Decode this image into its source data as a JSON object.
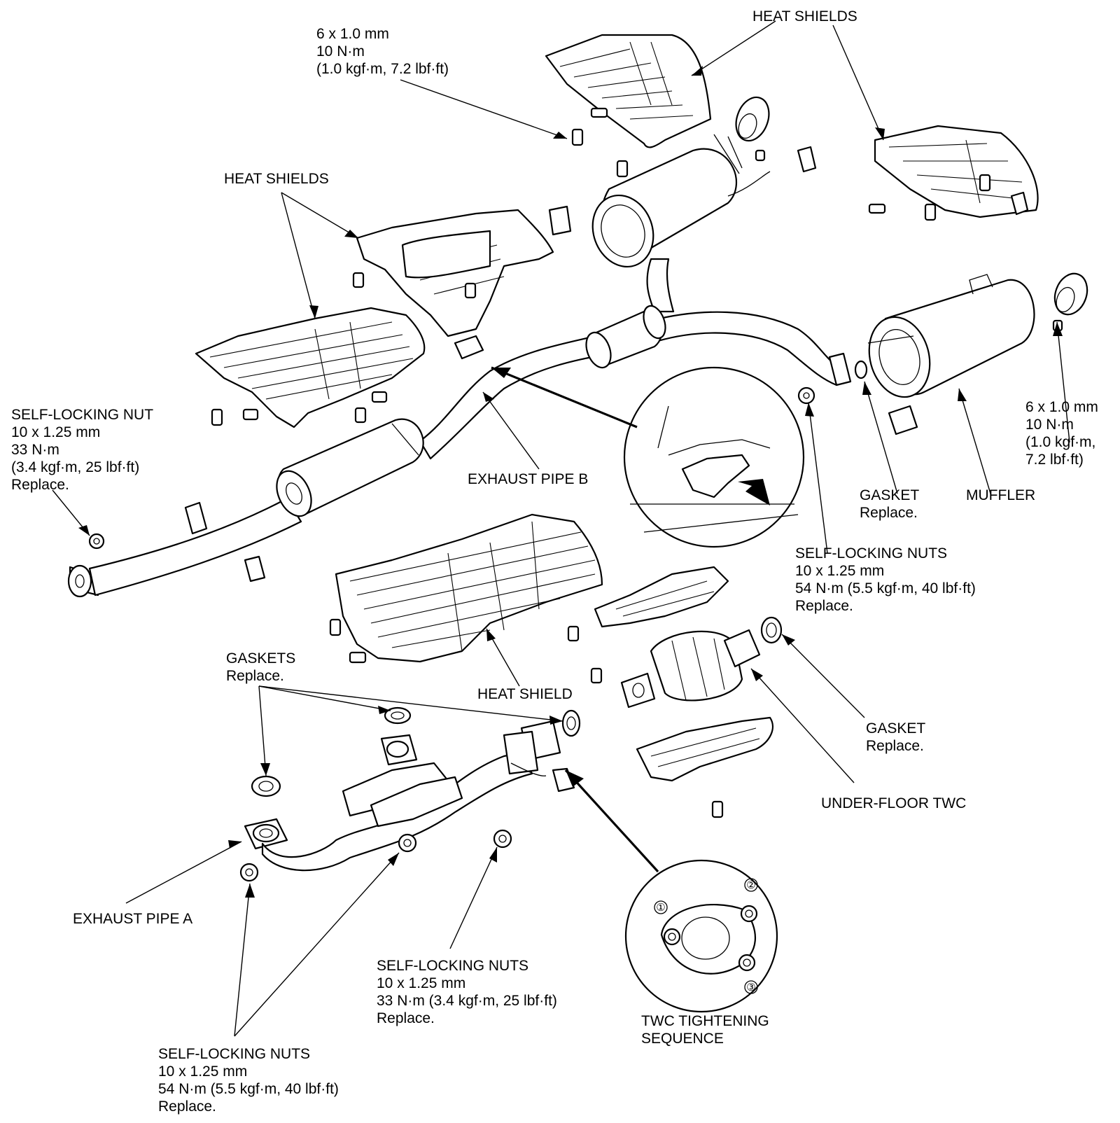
{
  "diagram": {
    "labels": {
      "heat_shields_top": [
        "HEAT SHIELDS"
      ],
      "bolt_top": [
        "6 x 1.0 mm",
        "10 N·m",
        "(1.0 kgf·m, 7.2 lbf·ft)"
      ],
      "heat_shields_left": [
        "HEAT SHIELDS"
      ],
      "self_locking_nut_left": [
        "SELF-LOCKING NUT",
        "10 x 1.25 mm",
        "33 N·m",
        "(3.4 kgf·m, 25 lbf·ft)",
        "Replace."
      ],
      "exhaust_pipe_b": [
        "EXHAUST PIPE B"
      ],
      "bolt_right": [
        "6 x 1.0 mm",
        "10 N·m",
        "(1.0 kgf·m,",
        "7.2 lbf·ft)"
      ],
      "gasket_replace_right": [
        "GASKET",
        "Replace."
      ],
      "muffler": [
        "MUFFLER"
      ],
      "self_locking_nuts_mid": [
        "SELF-LOCKING NUTS",
        "10 x 1.25 mm",
        "54 N·m (5.5 kgf·m, 40 lbf·ft)",
        "Replace."
      ],
      "gaskets_replace": [
        "GASKETS",
        "Replace."
      ],
      "heat_shield": [
        "HEAT SHIELD"
      ],
      "gasket_replace_twc": [
        "GASKET",
        "Replace."
      ],
      "under_floor_twc": [
        "UNDER-FLOOR TWC"
      ],
      "exhaust_pipe_a": [
        "EXHAUST PIPE A"
      ],
      "self_locking_nuts_33": [
        "SELF-LOCKING NUTS",
        "10 x 1.25 mm",
        "33 N·m (3.4 kgf·m, 25 lbf·ft)",
        "Replace."
      ],
      "self_locking_nuts_54_bottom": [
        "SELF-LOCKING NUTS",
        "10 x 1.25 mm",
        "54 N·m (5.5 kgf·m, 40 lbf·ft)",
        "Replace."
      ],
      "twc_tightening_sequence": [
        "TWC TIGHTENING",
        "SEQUENCE"
      ]
    },
    "sequence_numbers": [
      "①",
      "②",
      "③"
    ]
  }
}
